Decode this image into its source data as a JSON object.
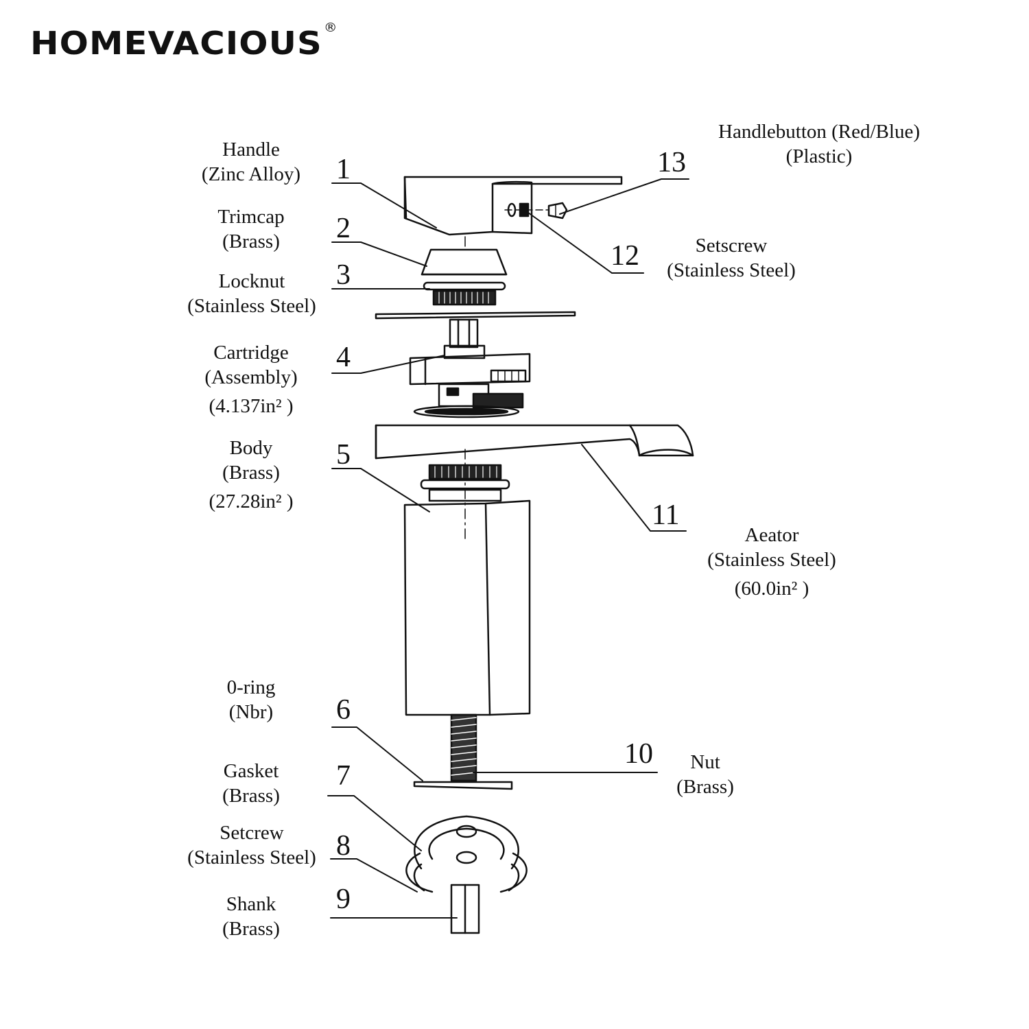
{
  "brand": {
    "name": "HOMEVACIOUS",
    "mark": "®"
  },
  "parts": [
    {
      "number": "1",
      "line1": "Handle",
      "line2": "(Zinc Alloy)",
      "line3": ""
    },
    {
      "number": "2",
      "line1": "Trimcap",
      "line2": "(Brass)",
      "line3": ""
    },
    {
      "number": "3",
      "line1": "Locknut",
      "line2": "(Stainless Steel)",
      "line3": ""
    },
    {
      "number": "4",
      "line1": "Cartridge",
      "line2": "(Assembly)",
      "line3": "(4.137in² )"
    },
    {
      "number": "5",
      "line1": "Body",
      "line2": "(Brass)",
      "line3": "(27.28in² )"
    },
    {
      "number": "6",
      "line1": "0-ring",
      "line2": "(Nbr)",
      "line3": ""
    },
    {
      "number": "7",
      "line1": "Gasket",
      "line2": "(Brass)",
      "line3": ""
    },
    {
      "number": "8",
      "line1": "Setcrew",
      "line2": "(Stainless Steel)",
      "line3": ""
    },
    {
      "number": "9",
      "line1": "Shank",
      "line2": "(Brass)",
      "line3": ""
    },
    {
      "number": "10",
      "line1": "Nut",
      "line2": "(Brass)",
      "line3": ""
    },
    {
      "number": "11",
      "line1": "Aeator",
      "line2": "(Stainless Steel)",
      "line3": "(60.0in² )"
    },
    {
      "number": "12",
      "line1": "Setscrew",
      "line2": "(Stainless Steel)",
      "line3": ""
    },
    {
      "number": "13",
      "line1": "Handlebutton (Red/Blue)",
      "line2": "(Plastic)",
      "line3": ""
    }
  ]
}
